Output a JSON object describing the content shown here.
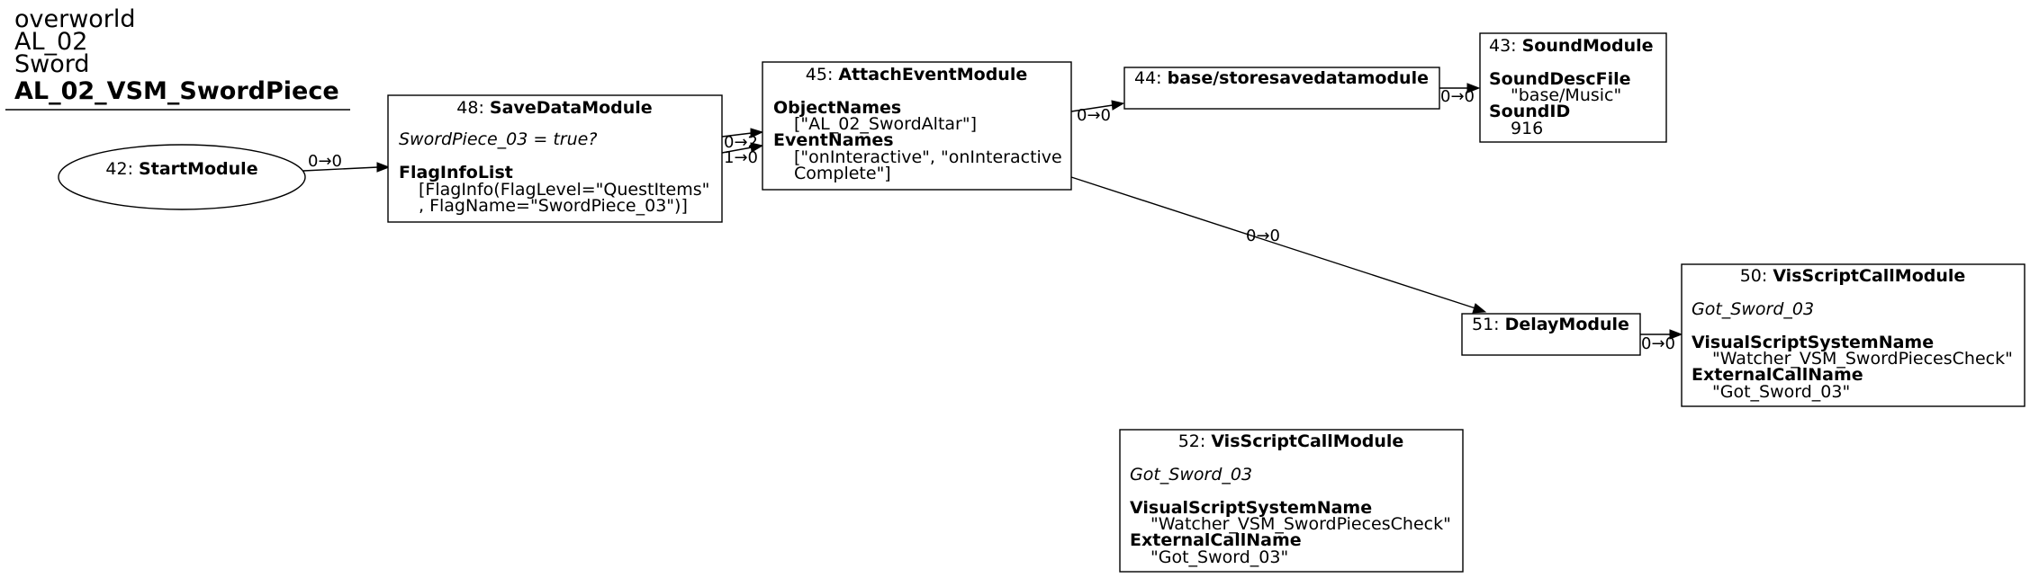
{
  "header": {
    "lines": [
      "overworld",
      "AL_02",
      "Sword"
    ],
    "title": "AL_02_VSM_SwordPiece"
  },
  "nodes": {
    "n42": {
      "id": "42: ",
      "name": "StartModule"
    },
    "n48": {
      "id": "48: ",
      "name": "SaveDataModule",
      "condition": "SwordPiece_03 = true?",
      "prop_label": "FlagInfoList",
      "prop_lines": [
        "[FlagInfo(FlagLevel=\"QuestItems\"",
        ", FlagName=\"SwordPiece_03\")]"
      ]
    },
    "n45": {
      "id": "45: ",
      "name": "AttachEventModule",
      "prop1_label": "ObjectNames",
      "prop1_lines": [
        "[\"AL_02_SwordAltar\"]"
      ],
      "prop2_label": "EventNames",
      "prop2_lines": [
        "[\"onInteractive\", \"onInteractive",
        "Complete\"]"
      ]
    },
    "n44": {
      "id": "44: ",
      "name": "base/storesavedatamodule"
    },
    "n43": {
      "id": "43: ",
      "name": "SoundModule",
      "prop1_label": "SoundDescFile",
      "prop1_value": "\"base/Music\"",
      "prop2_label": "SoundID",
      "prop2_value": "916"
    },
    "n51": {
      "id": "51: ",
      "name": "DelayModule"
    },
    "n50": {
      "id": "50: ",
      "name": "VisScriptCallModule",
      "subtitle": "Got_Sword_03",
      "prop1_label": "VisualScriptSystemName",
      "prop1_value": "\"Watcher_VSM_SwordPiecesCheck\"",
      "prop2_label": "ExternalCallName",
      "prop2_value": "\"Got_Sword_03\""
    },
    "n52": {
      "id": "52: ",
      "name": "VisScriptCallModule",
      "subtitle": "Got_Sword_03",
      "prop1_label": "VisualScriptSystemName",
      "prop1_value": "\"Watcher_VSM_SwordPiecesCheck\"",
      "prop2_label": "ExternalCallName",
      "prop2_value": "\"Got_Sword_03\""
    }
  },
  "edges": {
    "e42_48": "0→0",
    "e48_45_a": "0→2",
    "e48_45_b": "1→0",
    "e45_44": "0→0",
    "e44_43": "0→0",
    "e45_51": "0→0",
    "e51_50": "0→0"
  }
}
